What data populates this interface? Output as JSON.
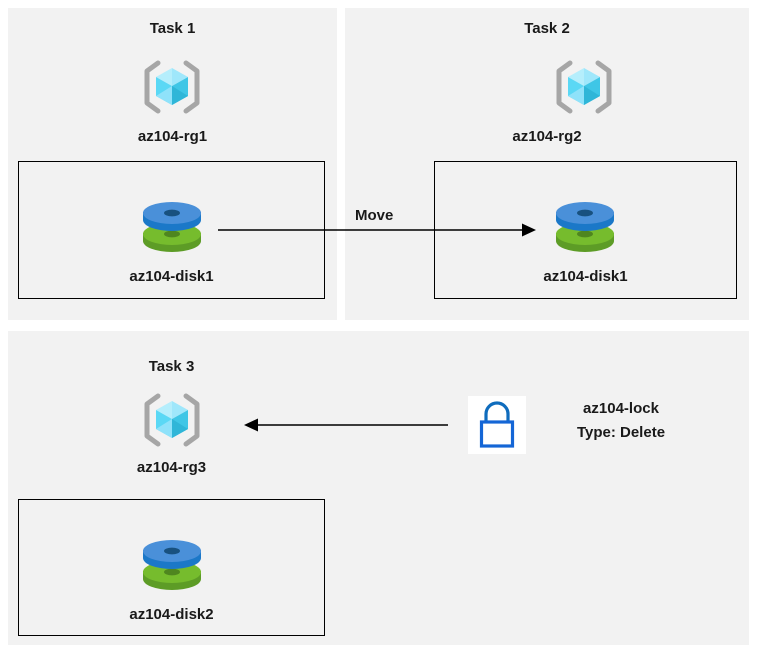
{
  "diagram": {
    "title": "Azure AZ-104 resource group tasks diagram",
    "background_color": "#ffffff",
    "panel_color": "#f2f2f2",
    "box_border_color": "#000000",
    "text_color": "#1a1a1a"
  },
  "panels": [
    {
      "id": "task1",
      "title": "Task 1",
      "resource_group": {
        "name": "az104-rg1",
        "icon": "resource-group-icon"
      },
      "resource": {
        "name": "az104-disk1",
        "icon": "managed-disk-icon"
      }
    },
    {
      "id": "task2",
      "title": "Task 2",
      "resource_group": {
        "name": "az104-rg2",
        "icon": "resource-group-icon"
      },
      "resource": {
        "name": "az104-disk1",
        "icon": "managed-disk-icon"
      }
    },
    {
      "id": "task3",
      "title": "Task 3",
      "resource_group": {
        "name": "az104-rg3",
        "icon": "resource-group-icon"
      },
      "resource": {
        "name": "az104-disk2",
        "icon": "managed-disk-icon"
      }
    }
  ],
  "connectors": {
    "move": {
      "label": "Move",
      "direction": "right",
      "from": "az104-disk1 in az104-rg1",
      "to": "az104-rg2"
    },
    "lock_applies": {
      "label": "",
      "direction": "left",
      "from": "az104-lock",
      "to": "az104-rg3"
    }
  },
  "lock": {
    "icon": "lock-icon",
    "name": "az104-lock",
    "type_line": "Type: Delete",
    "color": "#0f6cbd"
  },
  "icon_colors": {
    "cube_light": "#9fe7fb",
    "cube_mid": "#5ad8f5",
    "cube_dark": "#2cbfe0",
    "cube_deep": "#38b6d8",
    "bracket": "#a6a6a6",
    "disk_blue_top": "#4a90d9",
    "disk_blue_side": "#1b78c8",
    "disk_blue_hole": "#18517f",
    "disk_green_top": "#76bc2d",
    "disk_green_side": "#5d9c26",
    "disk_green_hole": "#4f861f"
  }
}
